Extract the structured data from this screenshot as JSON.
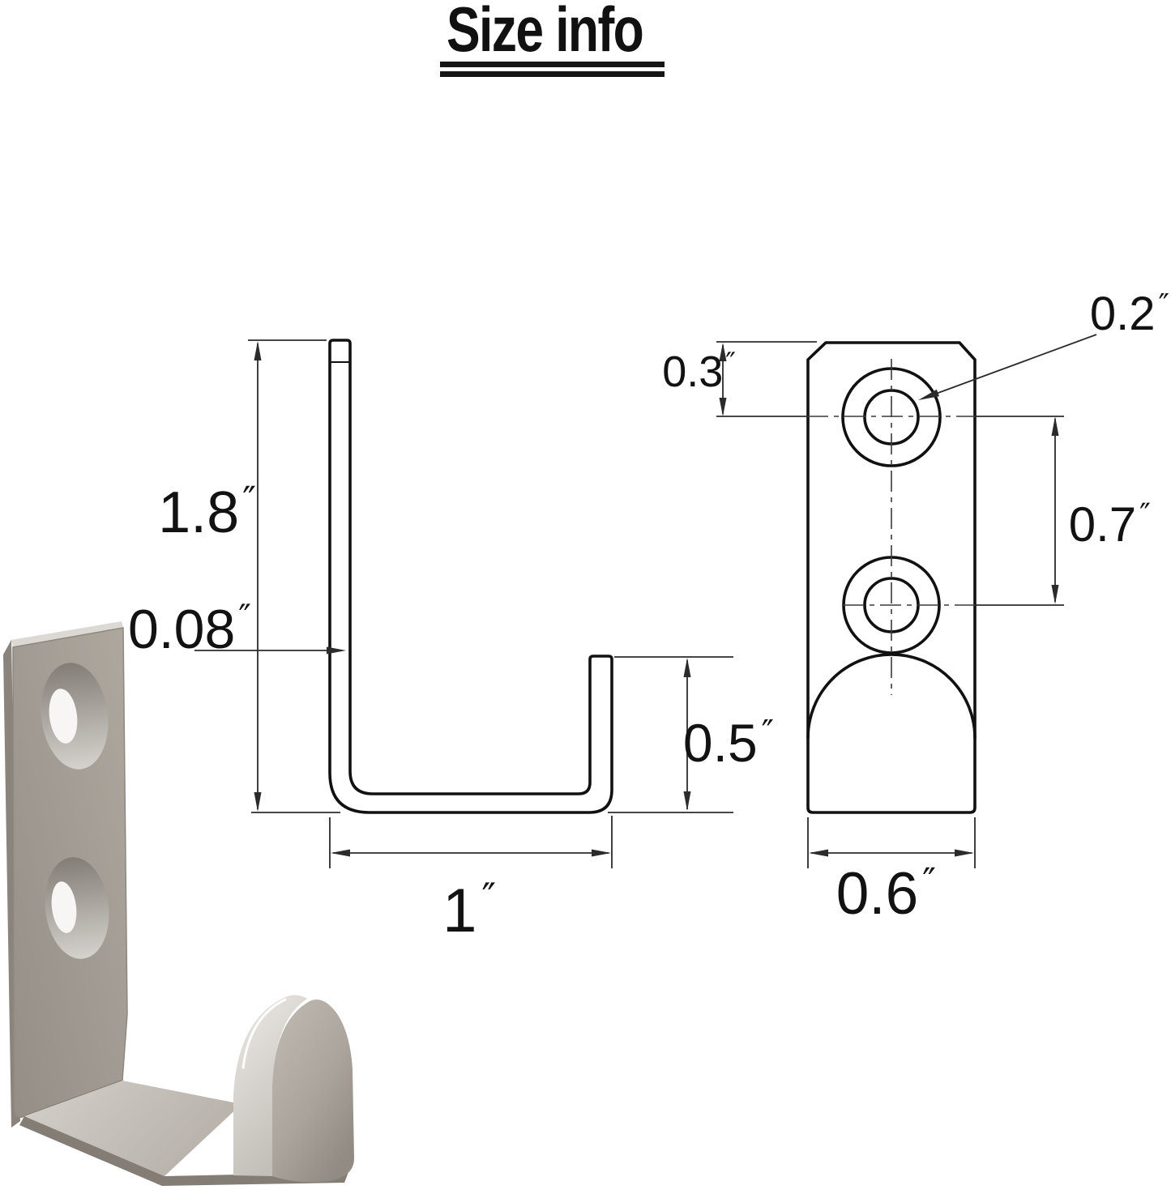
{
  "title": "Size info",
  "side_view": {
    "dims": {
      "height": {
        "value": "1.8",
        "unit": "″"
      },
      "plate_thickness": {
        "value": "0.08",
        "unit": "″"
      },
      "hook_lip_height": {
        "value": "0.5",
        "unit": "″"
      },
      "base_depth": {
        "value": "1",
        "unit": "″"
      }
    }
  },
  "front_view": {
    "dims": {
      "top_edge_to_hole_center": {
        "value": "0.3",
        "unit": "″"
      },
      "hole_diameter": {
        "value": "0.2",
        "unit": "″"
      },
      "hole_center_spacing": {
        "value": "0.7",
        "unit": "″"
      },
      "plate_width": {
        "value": "0.6",
        "unit": "″"
      }
    }
  },
  "colors": {
    "ink": "#111111",
    "thin_line": "#2b2b2b",
    "background": "#ffffff",
    "metal_base": "#a09a92",
    "metal_light": "#d7d3cd",
    "metal_highlight": "#e9e7e3",
    "metal_shadow": "#7f7971"
  }
}
